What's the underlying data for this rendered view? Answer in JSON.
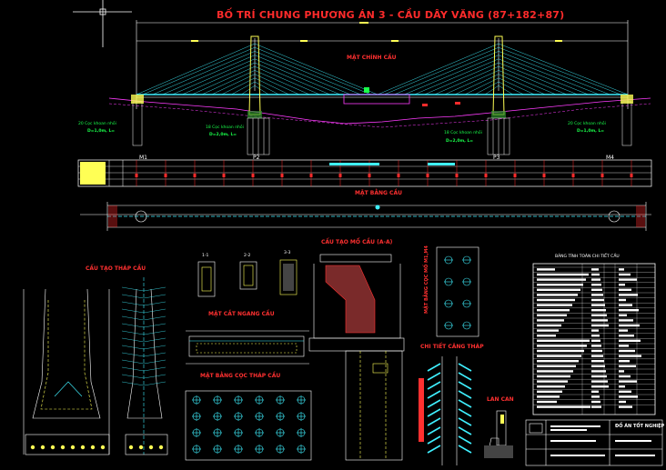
{
  "drawing": {
    "title": "BỐ TRÍ CHUNG PHƯƠNG ÁN 3 - CẦU DÂY VĂNG (87+182+87)",
    "labels": {
      "elevation": "MẶT CHÍNH CẦU",
      "plan": "MẶT BẰNG CẦU",
      "pylon_structure": "CẤU TẠO THÁP CẦU",
      "cross_section": "MẶT CẮT NGANG CẦU",
      "pylon_pile_plan": "MẶT BẰNG CỌC THÁP CẦU",
      "abutment_structure": "CẤU TẠO MỐ CẦU (A-A)",
      "abutment_pile_plan": "MẶT BẰNG CỌC MỐ M1,M4",
      "stay_detail": "CHI TIẾT CĂNG THÁP",
      "railing": "LAN CAN",
      "material_table": "BẢNG TÍNH TOÁN CHI TIẾT CẦU",
      "title_block": "ĐỒ ÁN TỐT NGHIỆP"
    },
    "piers": [
      "M1",
      "P2",
      "P3",
      "M4"
    ],
    "small_sections": [
      "1-1",
      "2-2",
      "3-3"
    ],
    "pile_notes": {
      "left": "20 Cọc khoan nhồi",
      "left_size": "D=1,0m, L=",
      "p2": "18 Cọc khoan nhồi",
      "p2_size": "D=2,0m, L=",
      "p3": "18 Cọc khoan nhồi",
      "p3_size": "D=2,0m, L=",
      "right": "20 Cọc khoan nhồi",
      "right_size": "D=1,0m, L="
    }
  },
  "colors": {
    "background": "#000000",
    "cables": "#3ff0ff",
    "pylon": "#ffff55",
    "lines_white": "#ffffff",
    "labels_red": "#ff2b2b",
    "ground_magenta": "#ff3cff",
    "accent_green": "#19ff4a"
  }
}
